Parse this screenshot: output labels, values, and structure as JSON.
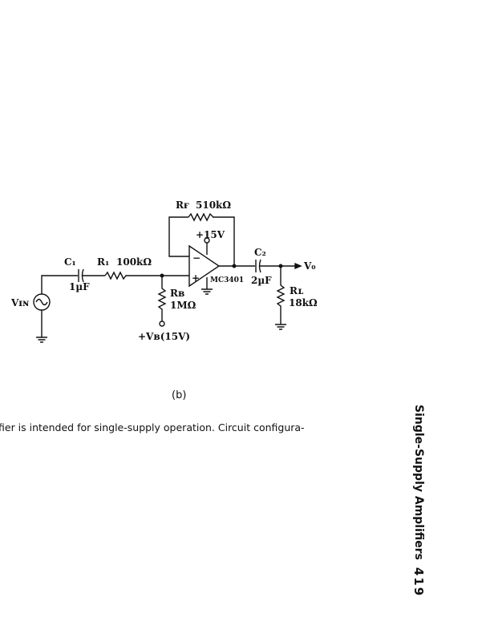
{
  "diagram": {
    "c1": {
      "name": "C₁",
      "value": "1µF"
    },
    "r1": {
      "name": "R₁",
      "value": "100kΩ"
    },
    "rb": {
      "name": "Rʙ",
      "value": "1MΩ"
    },
    "rf": {
      "name": "Rғ",
      "value": "510kΩ"
    },
    "supply": "+15V",
    "opamp": "MC3401",
    "minus": "−",
    "plus": "+",
    "c2": {
      "name": "C₂",
      "value": "2µF"
    },
    "rl": {
      "name": "Rʟ",
      "value": "18kΩ"
    },
    "vin": "Vɪɴ",
    "vo": "V₀",
    "vb": "+Vʙ(15V)"
  },
  "caption": "(b)",
  "body_text": "fier is intended for single-supply operation. Circuit configura-",
  "running_head": "Single-Supply Amplifiers",
  "page_number": "419"
}
